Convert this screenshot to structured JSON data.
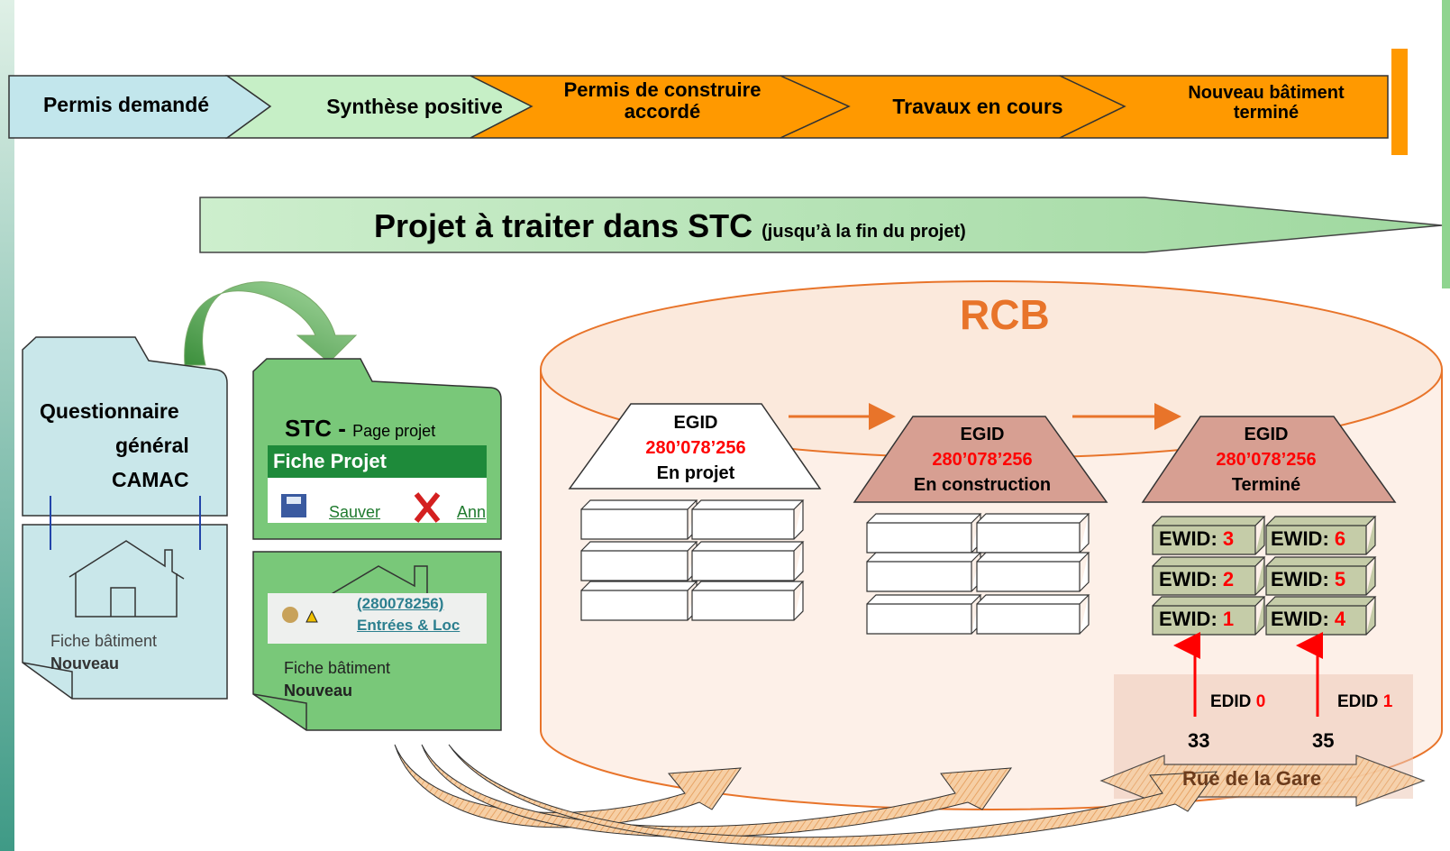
{
  "process_steps": [
    {
      "label": "Permis demandé",
      "color": "#c2e6ec"
    },
    {
      "label": "Synthèse positive",
      "color": "#c6efc6"
    },
    {
      "label_line1": "Permis de construire",
      "label_line2": "accordé",
      "color": "#ff9900"
    },
    {
      "label": "Travaux en cours",
      "color": "#ff9900"
    },
    {
      "label_line1": "Nouveau bâtiment",
      "label_line2": "terminé",
      "color": "#ff9900"
    }
  ],
  "project_banner": {
    "main": "Projet à traiter dans STC",
    "note": "(jusqu’à la fin du projet)"
  },
  "camac_folder": {
    "title_line1": "Questionnaire",
    "title_line2": "général",
    "title_line3": "CAMAC",
    "doc_label": "Fiche bâtiment",
    "doc_status": "Nouveau",
    "color": "#c9e7ea"
  },
  "stc_folder": {
    "title": "STC -",
    "subtitle": "Page projet",
    "screen_header": "Fiche Projet",
    "save_label": "Sauver",
    "cancel_label": "Ann",
    "doc_code": "(280078256)",
    "doc_link": "Entrées & Loc",
    "doc_label": "Fiche bâtiment",
    "doc_status": "Nouveau",
    "color": "#79c879"
  },
  "rcb": {
    "title": "RCB",
    "color": "#e8742a",
    "buildings": [
      {
        "egid_label": "EGID",
        "egid": "280’078’256",
        "status": "En projet"
      },
      {
        "egid_label": "EGID",
        "egid": "280’078’256",
        "status": "En construction"
      },
      {
        "egid_label": "EGID",
        "egid": "280’078’256",
        "status": "Terminé"
      }
    ],
    "ewids": [
      {
        "label": "EWID:",
        "num": "3"
      },
      {
        "label": "EWID:",
        "num": "6"
      },
      {
        "label": "EWID:",
        "num": "2"
      },
      {
        "label": "EWID:",
        "num": "5"
      },
      {
        "label": "EWID:",
        "num": "1"
      },
      {
        "label": "EWID:",
        "num": "4"
      }
    ],
    "entrances": [
      {
        "label": "EDID",
        "num": "0",
        "house_number": "33"
      },
      {
        "label": "EDID",
        "num": "1",
        "house_number": "35"
      }
    ],
    "street": "Rue de la Gare"
  }
}
